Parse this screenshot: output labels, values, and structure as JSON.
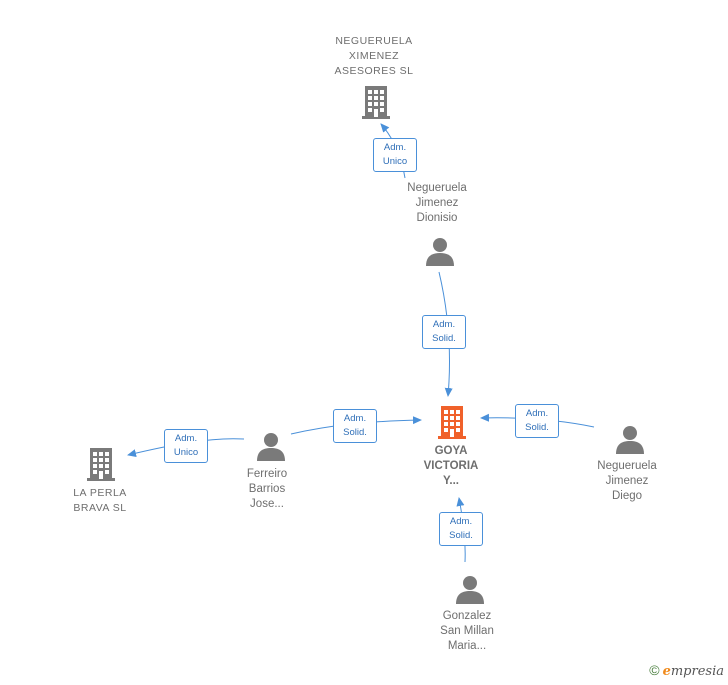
{
  "nodes": {
    "negueruela_ximenez": {
      "label": "NEGUERUELA\nXIMENEZ\nASESORES  SL",
      "type": "company"
    },
    "dionisio": {
      "label": "Negueruela\nJimenez\nDionisio",
      "type": "person"
    },
    "goya": {
      "label": "GOYA\nVICTORIA\nY...",
      "type": "company-main"
    },
    "diego": {
      "label": "Negueruela\nJimenez\nDiego",
      "type": "person"
    },
    "ferreiro": {
      "label": "Ferreiro\nBarrios\nJose...",
      "type": "person"
    },
    "la_perla": {
      "label": "LA PERLA\nBRAVA  SL",
      "type": "company"
    },
    "gonzalez": {
      "label": "Gonzalez\nSan Millan\nMaria...",
      "type": "person"
    }
  },
  "edges": {
    "dionisio_to_negueruela": "Adm.\nUnico",
    "dionisio_to_goya": "Adm.\nSolid.",
    "ferreiro_to_goya": "Adm.\nSolid.",
    "diego_to_goya": "Adm.\nSolid.",
    "gonzalez_to_goya": "Adm.\nSolid.",
    "ferreiro_to_laperla": "Adm.\nUnico"
  },
  "colors": {
    "edge": "#4a90d9",
    "icon": "#7a7a7a",
    "main_company": "#f0612a"
  },
  "icons": {
    "company": "building-icon",
    "person": "person-icon"
  },
  "footer": {
    "copyright": "©",
    "brand_e": "e",
    "brand_rest": "mpresia"
  }
}
